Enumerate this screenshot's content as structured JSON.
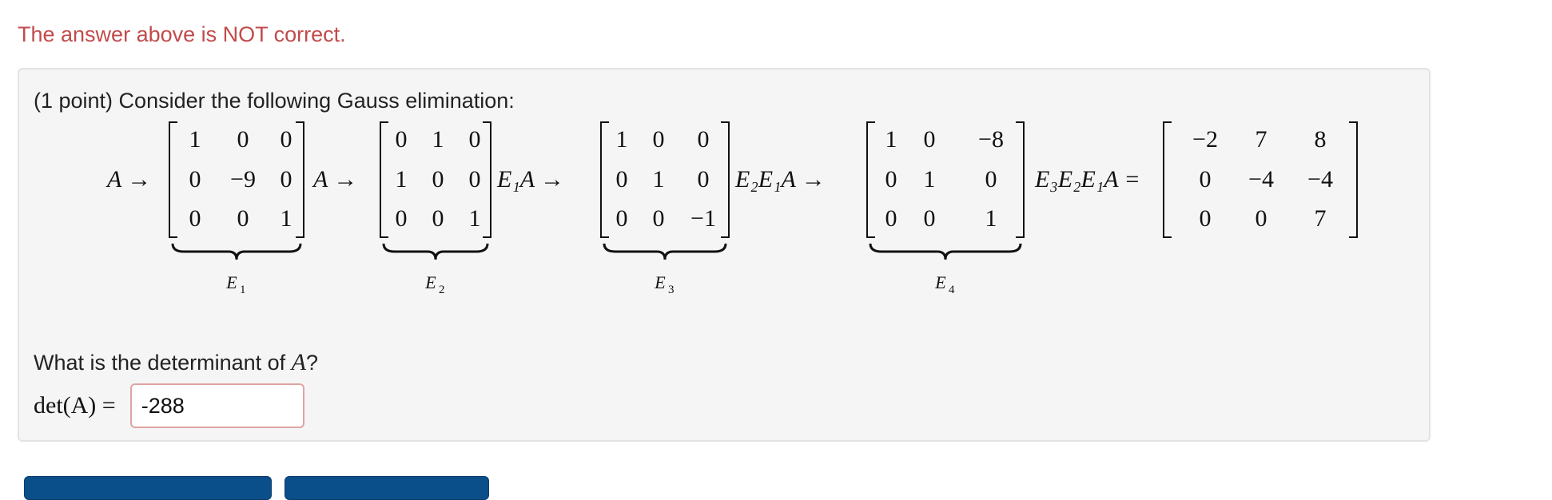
{
  "feedback": {
    "message": "The answer above is NOT correct."
  },
  "problem": {
    "intro": "(1 point) Consider the following Gauss elimination:",
    "steps": [
      {
        "lhs": "A →",
        "matrix": [
          [
            "1",
            "0",
            "0"
          ],
          [
            "0",
            "−9",
            "0"
          ],
          [
            "0",
            "0",
            "1"
          ]
        ],
        "label": "E",
        "sub": "1"
      },
      {
        "lhs": "A →",
        "matrix": [
          [
            "0",
            "1",
            "0"
          ],
          [
            "1",
            "0",
            "0"
          ],
          [
            "0",
            "0",
            "1"
          ]
        ],
        "label": "E",
        "sub": "2"
      },
      {
        "lhs": "E₁A →",
        "matrix": [
          [
            "1",
            "0",
            "0"
          ],
          [
            "0",
            "1",
            "0"
          ],
          [
            "0",
            "0",
            "−1"
          ]
        ],
        "label": "E",
        "sub": "3"
      },
      {
        "lhs": "E₂E₁A →",
        "matrix": [
          [
            "1",
            "0",
            "−8"
          ],
          [
            "0",
            "1",
            "0"
          ],
          [
            "0",
            "0",
            "1"
          ]
        ],
        "label": "E",
        "sub": "4"
      }
    ],
    "final_lhs": "E₃E₂E₁A =",
    "final_matrix": [
      [
        "−2",
        "7",
        "8"
      ],
      [
        "0",
        "−4",
        "−4"
      ],
      [
        "0",
        "0",
        "7"
      ]
    ],
    "trailing_var": "A",
    "question_prefix": "What is the determinant of ",
    "question_var": "A",
    "question_suffix": "?",
    "det_label": "det(A) =",
    "answer_value": "-288"
  },
  "colors": {
    "error_text": "#c24b4b",
    "panel_bg": "#f5f5f5",
    "button_bg": "#0b4f8a"
  }
}
